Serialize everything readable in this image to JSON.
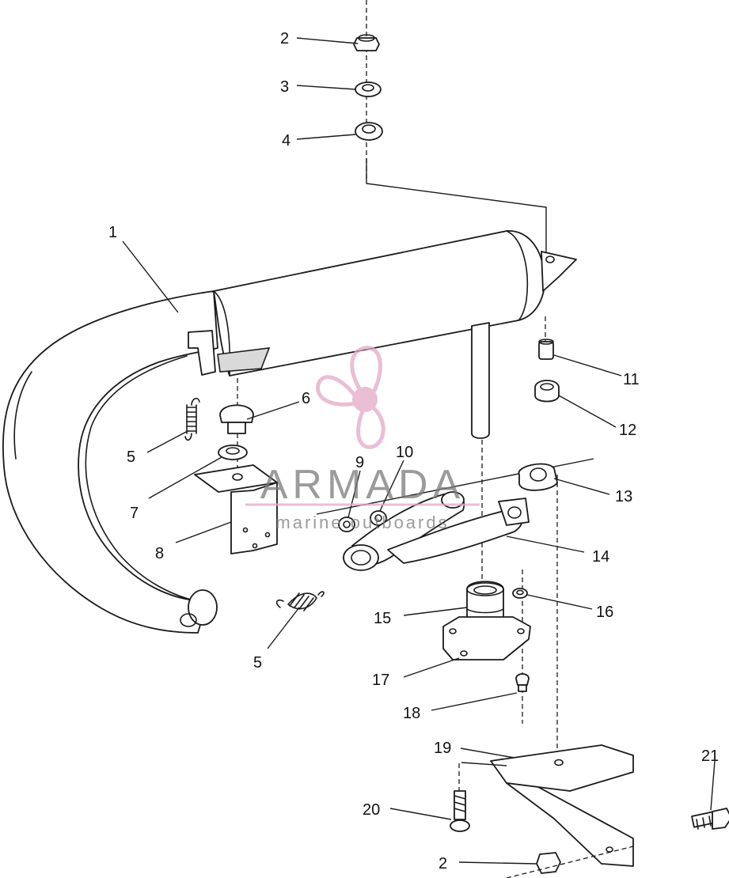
{
  "diagram": {
    "callouts": [
      {
        "id": "1",
        "label": "1"
      },
      {
        "id": "2a",
        "label": "2"
      },
      {
        "id": "3",
        "label": "3"
      },
      {
        "id": "4",
        "label": "4"
      },
      {
        "id": "5a",
        "label": "5"
      },
      {
        "id": "6",
        "label": "6"
      },
      {
        "id": "7",
        "label": "7"
      },
      {
        "id": "8",
        "label": "8"
      },
      {
        "id": "9",
        "label": "9"
      },
      {
        "id": "10",
        "label": "10"
      },
      {
        "id": "11",
        "label": "11"
      },
      {
        "id": "12",
        "label": "12"
      },
      {
        "id": "13",
        "label": "13"
      },
      {
        "id": "14",
        "label": "14"
      },
      {
        "id": "5b",
        "label": "5"
      },
      {
        "id": "15",
        "label": "15"
      },
      {
        "id": "16",
        "label": "16"
      },
      {
        "id": "17",
        "label": "17"
      },
      {
        "id": "18",
        "label": "18"
      },
      {
        "id": "19",
        "label": "19"
      },
      {
        "id": "20",
        "label": "20"
      },
      {
        "id": "21",
        "label": "21"
      },
      {
        "id": "2b",
        "label": "2"
      }
    ]
  },
  "watermark": {
    "brand": "ARMADA",
    "tagline": "marine outboards",
    "color": "#e4a9c8"
  }
}
